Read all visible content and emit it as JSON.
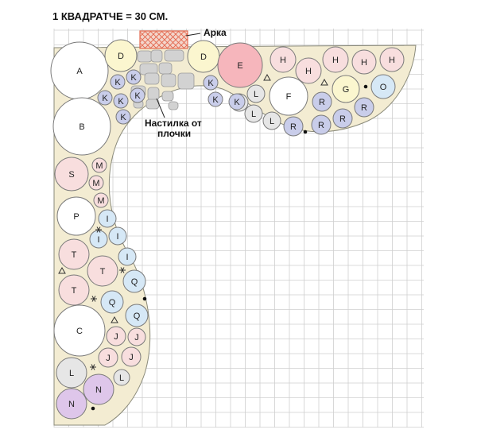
{
  "header": {
    "scale_text": "1 КВАДРАТЧЕ = 30 СМ."
  },
  "annotations": {
    "arch": "Арка",
    "paving_line1": "Настилка от",
    "paving_line2": "плочки"
  },
  "colors": {
    "bed": "#f3ecd2",
    "bed_stroke": "#8a8a7a",
    "grid": "#cfcfcf",
    "white": "#ffffff",
    "yellow": "#fbf6cf",
    "pink": "#f8dede",
    "red_pink": "#f6b6bc",
    "blue": "#d6e8f6",
    "lavender": "#c9cdea",
    "light_gray": "#e6e6e6",
    "purple": "#dec6ea",
    "stone": "#d2d2d2",
    "arch": "#e46a50"
  },
  "plants": [
    {
      "letter": "A",
      "color": "white"
    },
    {
      "letter": "D",
      "color": "yellow"
    },
    {
      "letter": "D",
      "color": "yellow"
    },
    {
      "letter": "E",
      "color": "red_pink"
    },
    {
      "letter": "H",
      "color": "pink"
    },
    {
      "letter": "H",
      "color": "pink"
    },
    {
      "letter": "H",
      "color": "pink"
    },
    {
      "letter": "H",
      "color": "pink"
    },
    {
      "letter": "H",
      "color": "pink"
    },
    {
      "letter": "H",
      "color": "pink"
    },
    {
      "letter": "G",
      "color": "yellow"
    },
    {
      "letter": "O",
      "color": "blue"
    },
    {
      "letter": "F",
      "color": "white"
    },
    {
      "letter": "R",
      "color": "lavender"
    },
    {
      "letter": "R",
      "color": "lavender"
    },
    {
      "letter": "R",
      "color": "lavender"
    },
    {
      "letter": "R",
      "color": "lavender"
    },
    {
      "letter": "R",
      "color": "lavender"
    },
    {
      "letter": "R",
      "color": "lavender"
    },
    {
      "letter": "L",
      "color": "light_gray"
    },
    {
      "letter": "L",
      "color": "light_gray"
    },
    {
      "letter": "L",
      "color": "light_gray"
    },
    {
      "letter": "L",
      "color": "light_gray"
    },
    {
      "letter": "K",
      "color": "lavender"
    },
    {
      "letter": "K",
      "color": "lavender"
    },
    {
      "letter": "K",
      "color": "lavender"
    },
    {
      "letter": "K",
      "color": "lavender"
    },
    {
      "letter": "K",
      "color": "lavender"
    },
    {
      "letter": "K",
      "color": "lavender"
    },
    {
      "letter": "K",
      "color": "lavender"
    },
    {
      "letter": "K",
      "color": "lavender"
    },
    {
      "letter": "K",
      "color": "lavender"
    },
    {
      "letter": "B",
      "color": "white"
    },
    {
      "letter": "S",
      "color": "pink"
    },
    {
      "letter": "M",
      "color": "pink"
    },
    {
      "letter": "M",
      "color": "pink"
    },
    {
      "letter": "M",
      "color": "pink"
    },
    {
      "letter": "P",
      "color": "white"
    },
    {
      "letter": "I",
      "color": "blue"
    },
    {
      "letter": "I",
      "color": "blue"
    },
    {
      "letter": "I",
      "color": "blue"
    },
    {
      "letter": "I",
      "color": "blue"
    },
    {
      "letter": "T",
      "color": "pink"
    },
    {
      "letter": "T",
      "color": "pink"
    },
    {
      "letter": "T",
      "color": "pink"
    },
    {
      "letter": "Q",
      "color": "blue"
    },
    {
      "letter": "Q",
      "color": "blue"
    },
    {
      "letter": "Q",
      "color": "blue"
    },
    {
      "letter": "C",
      "color": "white"
    },
    {
      "letter": "J",
      "color": "pink"
    },
    {
      "letter": "J",
      "color": "pink"
    },
    {
      "letter": "J",
      "color": "pink"
    },
    {
      "letter": "J",
      "color": "pink"
    },
    {
      "letter": "L",
      "color": "light_gray"
    },
    {
      "letter": "L",
      "color": "light_gray"
    },
    {
      "letter": "N",
      "color": "purple"
    },
    {
      "letter": "N",
      "color": "purple"
    },
    {
      "letter": "N",
      "color": "purple"
    }
  ]
}
